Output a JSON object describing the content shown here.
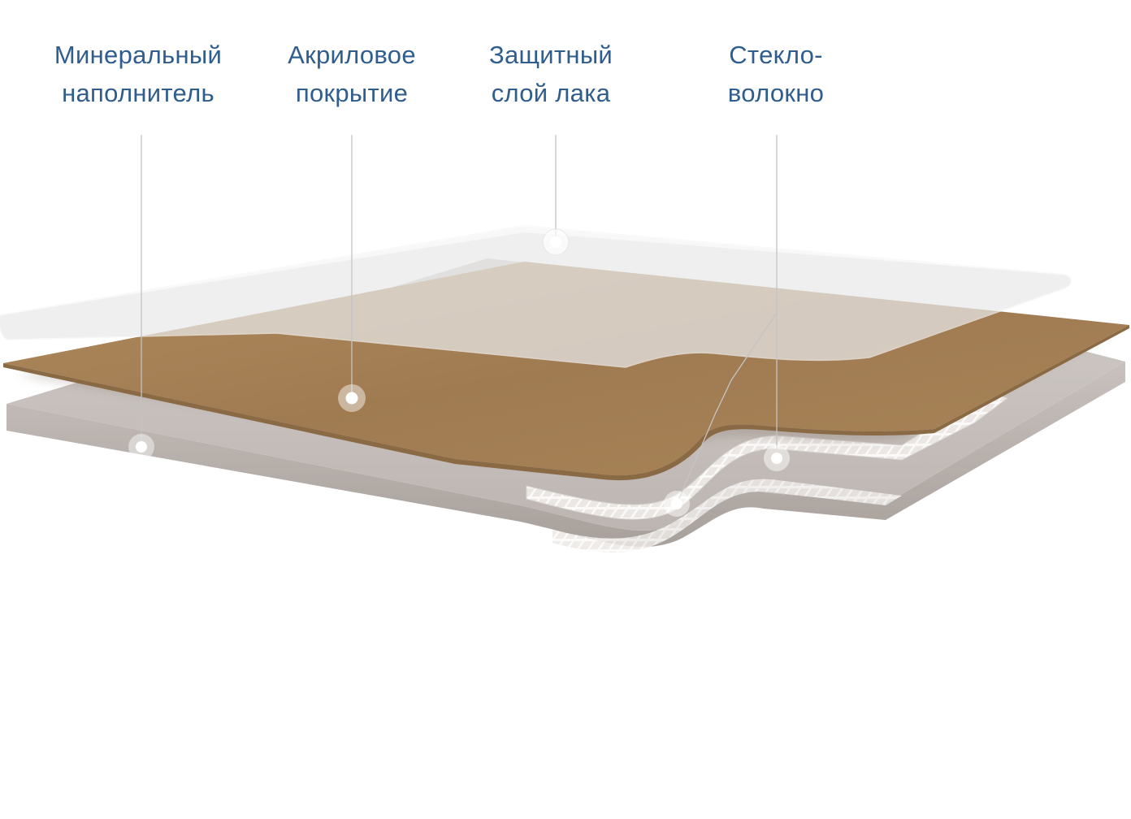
{
  "labels": [
    {
      "line1": "Минеральный",
      "line2": "наполнитель"
    },
    {
      "line1": "Акриловое",
      "line2": "покрытие"
    },
    {
      "line1": "Защитный",
      "line2": "слой лака"
    },
    {
      "line1": "Стекло-",
      "line2": "волокно"
    }
  ],
  "colors": {
    "label_text": "#2f5e8e",
    "leader_line": "#c4c4c4",
    "varnish_layer": "#eeeeee",
    "acrylic_layer": "#a27c52",
    "mineral_filler": "#c3bcb8",
    "fiberglass_mesh": "#f4f2f0",
    "marker": "#ffffff"
  }
}
